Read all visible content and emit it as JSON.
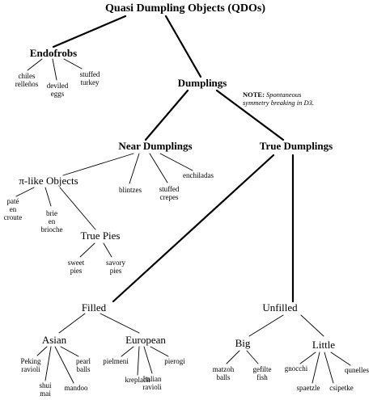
{
  "title": "Quasi Dumpling Objects (QDOs)",
  "note": {
    "label": "NOTE:",
    "line1": "Spontaneous",
    "line2": "symmetry breaking in D3."
  },
  "nodes": {
    "endofrobs": "Endofrobs",
    "chiles": "chiles\nrelleños",
    "deviled_eggs": "deviled\neggs",
    "stuffed_turkey": "stuffed\nturkey",
    "dumplings": "Dumplings",
    "near_dumplings": "Near Dumplings",
    "true_dumplings": "True Dumplings",
    "pi_like": "π-like Objects",
    "blintzes": "blintzes",
    "stuffed_crepes": "stuffed\ncrepes",
    "enchiladas": "enchiladas",
    "pate": "paté\nen\ncroute",
    "brie": "brie\nen\nbrioche",
    "true_pies": "True Pies",
    "sweet_pies": "sweet\npies",
    "savory_pies": "savory\npies",
    "filled": "Filled",
    "unfilled": "Unfilled",
    "asian": "Asian",
    "european": "European",
    "peking_ravioli": "Peking\nravioli",
    "shui_mai": "shui\nmai",
    "mandoo": "mandoo",
    "pearl_balls": "pearl\nballs",
    "pielmeni": "pielmeni",
    "kreplach": "kreplach",
    "italian_ravioli": "Italian\nravioli",
    "pierogi": "pierogi",
    "big": "Big",
    "little": "Little",
    "matzoh_balls": "matzoh\nballs",
    "gefilte_fish": "gefilte\nfish",
    "gnocchi": "gnocchi",
    "spaetzle": "spaetzle",
    "csipetke": "csipetke",
    "qunelles": "qunelles"
  }
}
